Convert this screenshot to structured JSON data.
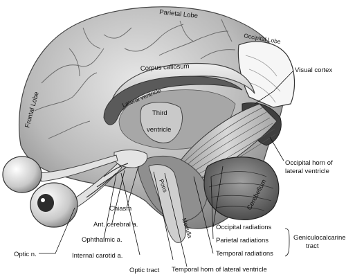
{
  "figure": {
    "labels": {
      "parietal_lobe": "Parietal Lobe",
      "occipital_lobe": "Occipital Lobe",
      "frontal_lobe": "Frontal Lobe",
      "corpus_callosum": "Corpus callosum",
      "lateral_ventricle": "Lateral ventricle",
      "third_ventricle_1": "Third",
      "third_ventricle_2": "ventricle",
      "visual_cortex": "Visual cortex",
      "occipital_horn_1": "Occipital horn of",
      "occipital_horn_2": "lateral ventricle",
      "cerebellum": "Cerebellum",
      "pons": "Pons",
      "medulla": "Medulla",
      "chiasm": "Chiasm",
      "ant_cerebral": "Ant. cerebral a.",
      "ophthalmic": "Ophthalmic a.",
      "optic_n": "Optic n.",
      "internal_carotid": "Internal carotid a.",
      "optic_tract": "Optic tract",
      "occipital_radiations": "Occipital radiations",
      "parietal_radiations": "Parietal radiations",
      "temporal_radiations": "Temporal radiations",
      "geniculocalcarine_1": "Geniculocalcarine",
      "geniculocalcarine_2": "tract",
      "temporal_horn": "Temporal horn of lateral ventricle"
    }
  }
}
